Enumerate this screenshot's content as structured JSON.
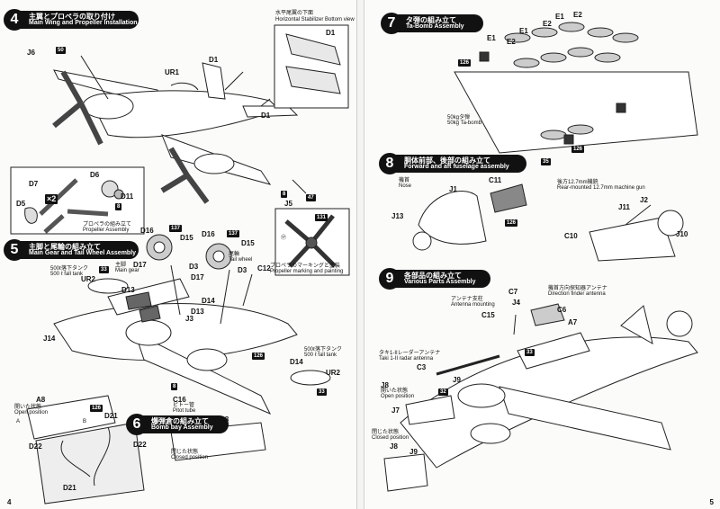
{
  "left": {
    "step4": {
      "num": "4",
      "jp": "主翼とプロペラの取り付け",
      "en": "Main Wing and Propeller Installation"
    },
    "stab_box": {
      "jp": "水平尾翼の下面",
      "en": "Horizontal Stabilizer Bottom view",
      "d1": "D1"
    },
    "parts4": {
      "j6": "J6",
      "n50": "50",
      "ur1": "UR1",
      "d1a": "D1",
      "d1b": "D1",
      "j5": "J5",
      "n47": "47",
      "n8a": "8"
    },
    "prop_box": {
      "d7": "D7",
      "d6": "D6",
      "d11": "D11",
      "d5": "D5",
      "x2": "×2",
      "n8": "8",
      "jp": "プロペラの組み立て",
      "en": "Propeller Assembly"
    },
    "marking_box": {
      "n131": "131",
      "n17": "⑰",
      "jp": "プロペラのマーキングと塗装",
      "en": "Propeller marking and painting"
    },
    "step5": {
      "num": "5",
      "jp": "主脚と尾輪の組み立て",
      "en": "Main Gear and Tail Wheel Assembly"
    },
    "parts5": {
      "d16a": "D16",
      "d16b": "D16",
      "d15a": "D15",
      "d15b": "D15",
      "n137a": "137",
      "n137b": "137",
      "d17a": "D17",
      "d17b": "D17",
      "d3a": "D3",
      "d3b": "D3",
      "c12": "C12",
      "d14a": "D14",
      "d14b": "D14",
      "d13a": "D13",
      "d13b": "D13",
      "j3": "J3",
      "j14": "J14",
      "ur2a": "UR2",
      "ur2b": "UR2",
      "n33a": "33",
      "n33b": "33",
      "c16": "C16",
      "n126": "126",
      "n8": "8"
    },
    "notes5": {
      "tank_l_jp": "500ℓ落下タンク",
      "tank_l_en": "500 ℓ fall tank",
      "gear_jp": "主脚",
      "gear_en": "Main gear",
      "tail_jp": "尾輪",
      "tail_en": "Tail wheel",
      "pitot_jp": "ピトー管",
      "pitot_en": "Pitot tube",
      "tank_r_jp": "500ℓ落下タンク",
      "tank_r_en": "500 ℓ fall tank"
    },
    "step6": {
      "num": "6",
      "jp": "爆弾倉の組み立て",
      "en": "Bomb bay Assembly"
    },
    "parts6": {
      "a8a": "A8",
      "a8b": "A8",
      "open_jp": "開いた状態",
      "open_en": "Open position",
      "closed_jp": "閉じた状態",
      "closed_en": "Closed position",
      "d21a": "D21",
      "d21b": "D21",
      "d22a": "D22",
      "d22b": "D22",
      "n126": "126",
      "a": "A",
      "b": "B"
    },
    "page": "4"
  },
  "right": {
    "step7": {
      "num": "7",
      "jp": "タ弾の組み立て",
      "en": "Ta-Bomb Assembly"
    },
    "parts7": {
      "e1a": "E1",
      "e1b": "E1",
      "e1c": "E1",
      "e2a": "E2",
      "e2b": "E2",
      "e2c": "E2",
      "n126a": "126",
      "n126b": "126",
      "n35": "35",
      "bomb_jp": "50kgタ弾",
      "bomb_en": "50kg Ta-bomb"
    },
    "step8": {
      "num": "8",
      "jp": "胴体前部、後部の組み立て",
      "en": "Forward and aft fuselage assembly"
    },
    "parts8": {
      "nose_jp": "機首",
      "nose_en": "Nose",
      "j1": "J1",
      "c11": "C11",
      "j13": "J13",
      "n126": "126",
      "gun_jp": "後方12.7mm機銃",
      "gun_en": "Rear-mounted 12.7mm machine gun",
      "j11": "J11",
      "j2": "J2",
      "c10": "C10",
      "j10": "J10"
    },
    "step9": {
      "num": "9",
      "jp": "各部品の組み立て",
      "en": "Various Parts Assembly"
    },
    "parts9": {
      "ant_jp": "アンテナ支柱",
      "ant_en": "Antenna mounting",
      "c15": "C15",
      "c7": "C7",
      "j4": "J4",
      "c6": "C6",
      "a7": "A7",
      "df_jp": "機首方向探知器アンテナ",
      "df_en": "Direction finder antenna",
      "radar_jp": "タキ1-IIレーダーアンテナ",
      "radar_en": "Taki 1-II radar antenna",
      "c3": "C3",
      "j8a": "J8",
      "j8b": "J8",
      "j9a": "J9",
      "j9b": "J9",
      "j7": "J7",
      "open_jp": "開いた状態",
      "open_en": "Open position",
      "closed_jp": "閉じた状態",
      "closed_en": "Closed position",
      "n32": "32",
      "n33": "33"
    },
    "page": "5"
  }
}
